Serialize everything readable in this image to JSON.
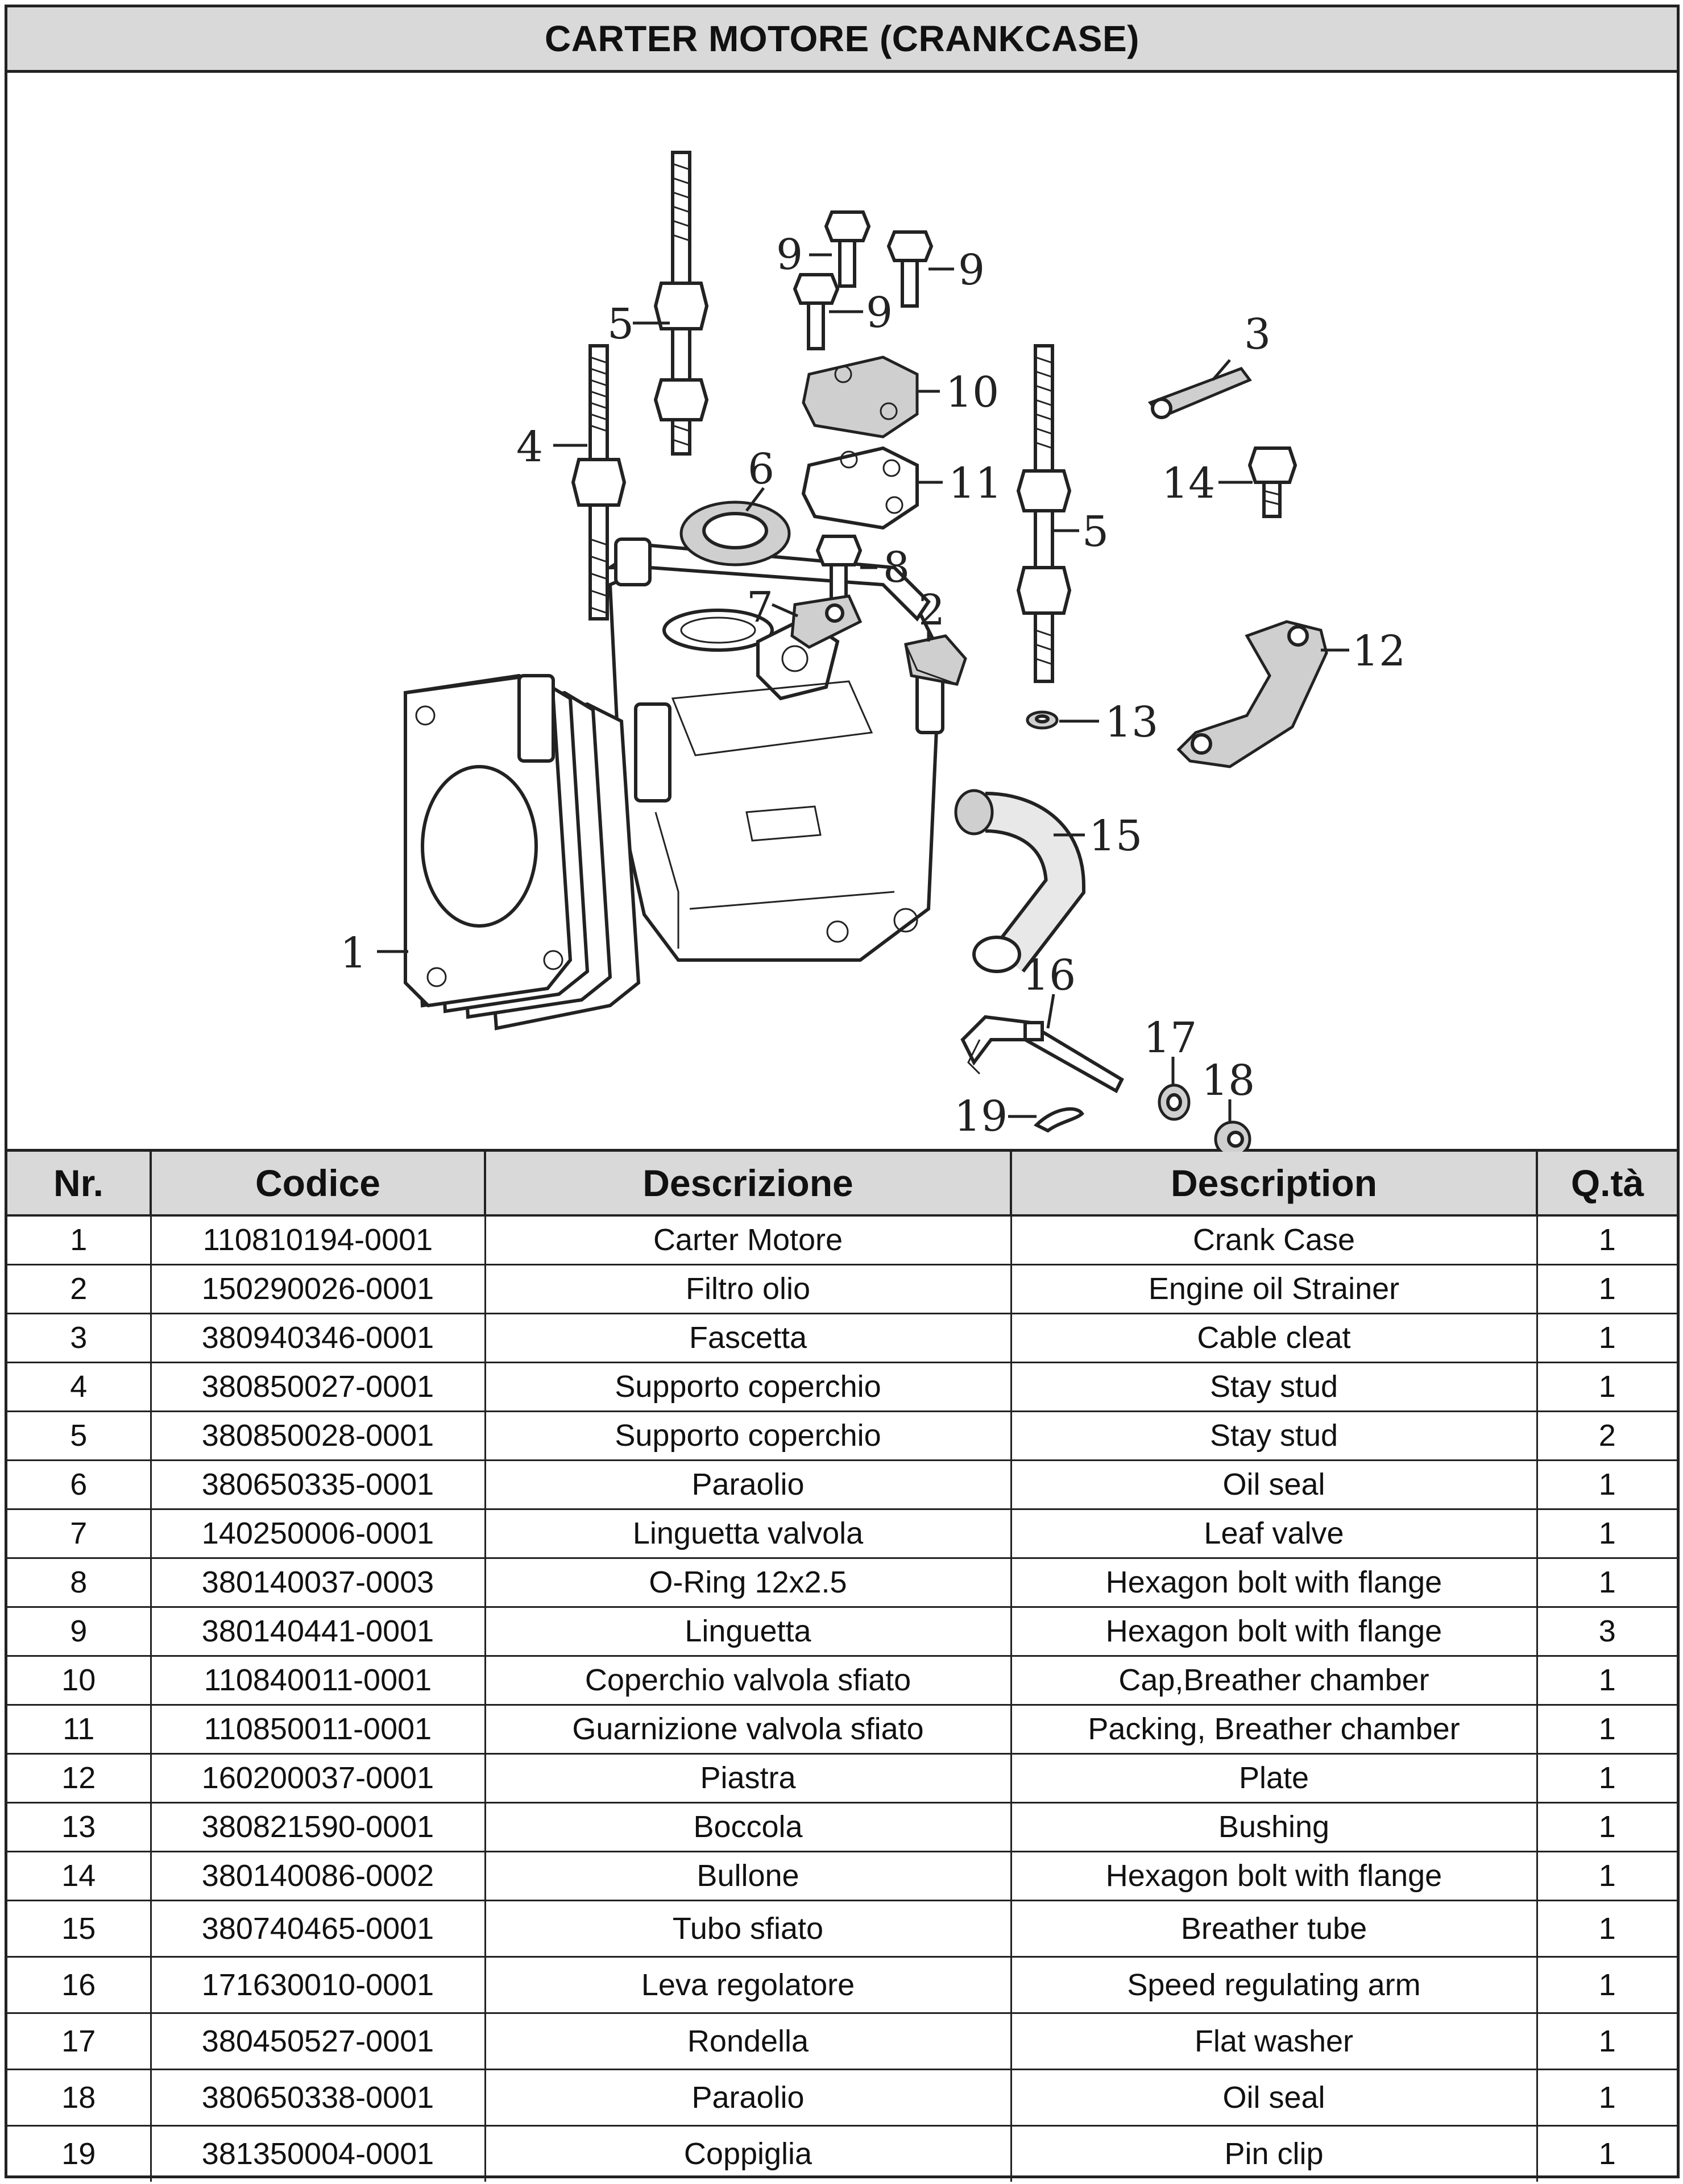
{
  "title": "CARTER MOTORE (CRANKCASE)",
  "diagram": {
    "callouts": [
      "1",
      "2",
      "3",
      "4",
      "5",
      "5",
      "6",
      "7",
      "8",
      "9",
      "9",
      "9",
      "10",
      "11",
      "12",
      "13",
      "14",
      "15",
      "16",
      "17",
      "18",
      "19"
    ]
  },
  "table": {
    "headers": {
      "nr": "Nr.",
      "code": "Codice",
      "descrizione": "Descrizione",
      "description": "Description",
      "qty": "Q.tà"
    },
    "rows": [
      {
        "nr": "1",
        "code": "110810194-0001",
        "descrizione": "Carter Motore",
        "description": "Crank Case",
        "qty": "1"
      },
      {
        "nr": "2",
        "code": "150290026-0001",
        "descrizione": "Filtro olio",
        "description": "Engine oil Strainer",
        "qty": "1"
      },
      {
        "nr": "3",
        "code": "380940346-0001",
        "descrizione": "Fascetta",
        "description": "Cable cleat",
        "qty": "1"
      },
      {
        "nr": "4",
        "code": "380850027-0001",
        "descrizione": "Supporto coperchio",
        "description": "Stay stud",
        "qty": "1"
      },
      {
        "nr": "5",
        "code": "380850028-0001",
        "descrizione": "Supporto coperchio",
        "description": "Stay stud",
        "qty": "2"
      },
      {
        "nr": "6",
        "code": "380650335-0001",
        "descrizione": "Paraolio",
        "description": "Oil seal",
        "qty": "1"
      },
      {
        "nr": "7",
        "code": "140250006-0001",
        "descrizione": "Linguetta valvola",
        "description": "Leaf valve",
        "qty": "1"
      },
      {
        "nr": "8",
        "code": "380140037-0003",
        "descrizione": "O-Ring 12x2.5",
        "description": "Hexagon bolt with flange",
        "qty": "1"
      },
      {
        "nr": "9",
        "code": "380140441-0001",
        "descrizione": "Linguetta",
        "description": "Hexagon bolt with flange",
        "qty": "3"
      },
      {
        "nr": "10",
        "code": "110840011-0001",
        "descrizione": "Coperchio valvola sfiato",
        "description": "Cap,Breather chamber",
        "qty": "1"
      },
      {
        "nr": "11",
        "code": "110850011-0001",
        "descrizione": "Guarnizione valvola sfiato",
        "description": "Packing, Breather chamber",
        "qty": "1"
      },
      {
        "nr": "12",
        "code": "160200037-0001",
        "descrizione": "Piastra",
        "description": "Plate",
        "qty": "1"
      },
      {
        "nr": "13",
        "code": "380821590-0001",
        "descrizione": "Boccola",
        "description": "Bushing",
        "qty": "1"
      },
      {
        "nr": "14",
        "code": "380140086-0002",
        "descrizione": "Bullone",
        "description": "Hexagon bolt with flange",
        "qty": "1"
      },
      {
        "nr": "15",
        "code": "380740465-0001",
        "descrizione": "Tubo sfiato",
        "description": "Breather tube",
        "qty": "1"
      },
      {
        "nr": "16",
        "code": "171630010-0001",
        "descrizione": "Leva regolatore",
        "description": "Speed regulating arm",
        "qty": "1"
      },
      {
        "nr": "17",
        "code": "380450527-0001",
        "descrizione": "Rondella",
        "description": "Flat washer",
        "qty": "1"
      },
      {
        "nr": "18",
        "code": "380650338-0001",
        "descrizione": "Paraolio",
        "description": "Oil seal",
        "qty": "1"
      },
      {
        "nr": "19",
        "code": "381350004-0001",
        "descrizione": "Coppiglia",
        "description": "Pin clip",
        "qty": "1"
      }
    ]
  }
}
